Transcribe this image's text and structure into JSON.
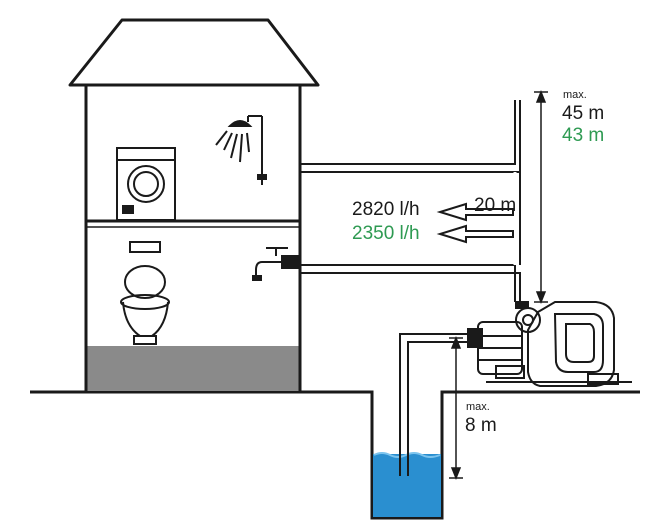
{
  "head": {
    "max_label": "max.",
    "pressure_head": "45 m",
    "pressure_head_alt": "43 m"
  },
  "flow": {
    "rate": "2820 l/h",
    "rate_alt": "2350 l/h",
    "distance": "20 m"
  },
  "suction": {
    "max_label": "max.",
    "depth": "8 m"
  },
  "colors": {
    "line": "#1a1a1a",
    "green_text": "#2e9a52",
    "water": "#2a8fd0",
    "foundation": "#8a8a8a"
  }
}
